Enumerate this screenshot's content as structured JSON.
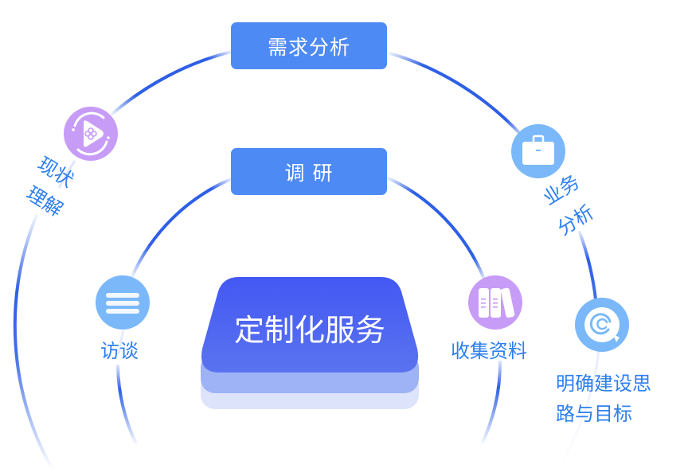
{
  "diagram": {
    "center": {
      "label": "定制化服务"
    },
    "outer_stage": {
      "label": "需求分析"
    },
    "inner_stage": {
      "label": "调 研"
    },
    "outer_nodes": [
      {
        "id": "current-state",
        "label_lines": [
          "现状",
          "理解"
        ],
        "icon": "play-flower-icon",
        "color": "#c79cf7"
      },
      {
        "id": "business-analysis",
        "label_lines": [
          "业务",
          "分析"
        ],
        "icon": "briefcase-icon",
        "color": "#7ab8f9"
      },
      {
        "id": "goals",
        "label_lines": [
          "明确建设思",
          "路与目标"
        ],
        "icon": "target-icon",
        "color": "#7ab8f9"
      }
    ],
    "inner_nodes": [
      {
        "id": "interview",
        "label": "访谈",
        "icon": "menu-lines-icon",
        "color": "#7ab8f9"
      },
      {
        "id": "collect",
        "label": "收集资料",
        "icon": "books-icon",
        "color": "#c79cf7"
      }
    ]
  },
  "colors": {
    "accent": "#4e8af4",
    "arc": "#2e5fe6",
    "text": "#2d7ff0",
    "core_top": "#4a5ef0",
    "core_mid": "#9db3f5",
    "core_bottom": "#dde3fb"
  }
}
